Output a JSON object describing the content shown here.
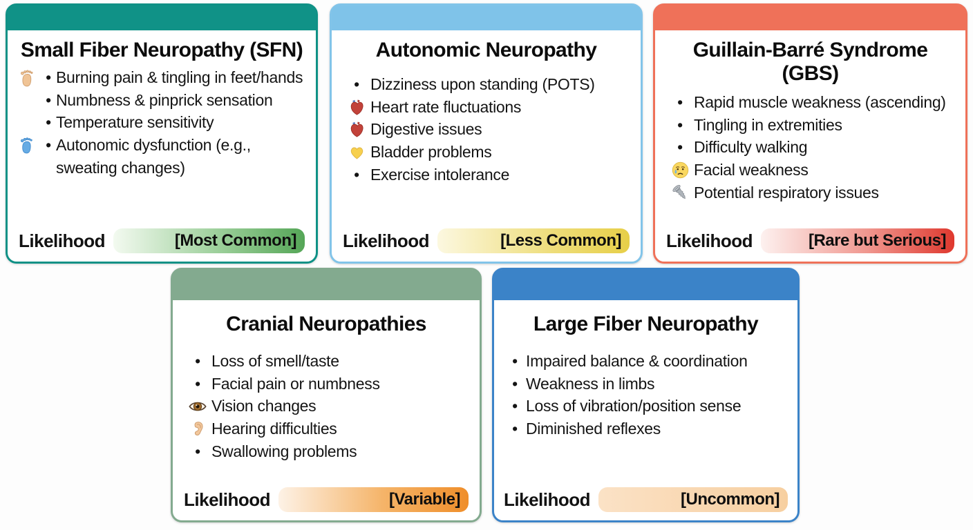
{
  "figure": {
    "cards": [
      {
        "title": "Small Fiber Neuropathy (SFN)",
        "header_color": "#109287",
        "bullets": [
          {
            "icon": "foot-icon",
            "text": "Burning pain & tingling in feet/hands"
          },
          {
            "text": "Numbness & pinprick sensation"
          },
          {
            "text": "Temperature sensitivity"
          },
          {
            "icon": "footprints-icon",
            "text": "Autonomic dysfunction (e.g., sweating changes)"
          }
        ],
        "likelihood_label": "Likelihood",
        "likelihood_value": "[Most Common]",
        "likelihood_bar_colors": [
          "#f3faf0",
          "#55a657"
        ]
      },
      {
        "title": "Autonomic Neuropathy",
        "header_color": "#7fc3e9",
        "bullets": [
          {
            "text": "Dizziness upon standing (POTS)"
          },
          {
            "icon": "anatomical-heart-icon",
            "text": "Heart rate fluctuations"
          },
          {
            "icon": "anatomical-heart-icon",
            "text": "Digestive issues"
          },
          {
            "icon": "yellow-heart-icon",
            "text": "Bladder problems"
          },
          {
            "text": "Exercise intolerance"
          }
        ],
        "likelihood_label": "Likelihood",
        "likelihood_value": "[Less Common]",
        "likelihood_bar_colors": [
          "#fcf8e0",
          "#e7cf48"
        ]
      },
      {
        "title": "Guillain-Barré Syndrome (GBS)",
        "header_color": "#ef7159",
        "bullets": [
          {
            "text": "Rapid muscle weakness (ascending)"
          },
          {
            "text": "Tingling in extremities"
          },
          {
            "text": "Difficulty walking"
          },
          {
            "icon": "crying-face-icon",
            "text": "Facial weakness"
          },
          {
            "icon": "screw-icon",
            "text": "Potential respiratory issues"
          }
        ],
        "likelihood_label": "Likelihood",
        "likelihood_value": "[Rare but Serious]",
        "likelihood_bar_colors": [
          "#fdf1ef",
          "#df382e"
        ]
      },
      {
        "title": "Cranial Neuropathies",
        "header_color": "#83aa8f",
        "bullets": [
          {
            "text": "Loss of smell/taste"
          },
          {
            "text": "Facial pain or numbness"
          },
          {
            "icon": "eye-icon",
            "text": "Vision changes"
          },
          {
            "icon": "ear-icon",
            "text": "Hearing difficulties"
          },
          {
            "text": "Swallowing problems"
          }
        ],
        "likelihood_label": "Likelihood",
        "likelihood_value": "[Variable]",
        "likelihood_bar_colors": [
          "#fdf2e6",
          "#ef8e2a"
        ]
      },
      {
        "title": "Large Fiber Neuropathy",
        "header_color": "#3b83c8",
        "bullets": [
          {
            "text": "Impaired balance & coordination"
          },
          {
            "text": "Weakness in limbs"
          },
          {
            "text": "Loss of vibration/position sense"
          },
          {
            "text": "Diminished reflexes"
          }
        ],
        "likelihood_label": "Likelihood",
        "likelihood_value": "[Uncommon]",
        "likelihood_bar_colors": [
          "#fbe2c6",
          "#f7cfa0"
        ]
      }
    ]
  }
}
